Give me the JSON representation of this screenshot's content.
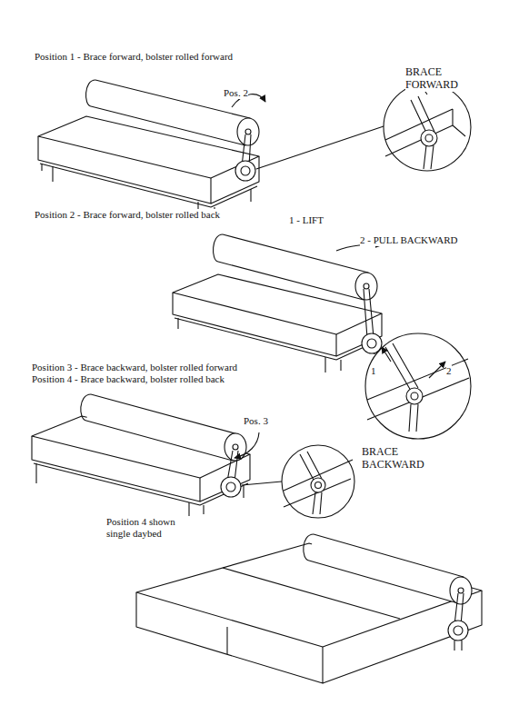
{
  "diagram": {
    "labels": [
      "Position 1 - Brace forward, bolster rolled forward",
      "Pos. 2",
      "BRACE FORWARD",
      "Position 2 - Brace forward, bolster rolled back",
      "1 - LIFT",
      "2 - PULL BACKWARD",
      "1",
      "2",
      "Position 3 - Brace backward, bolster rolled forward",
      "Position 4 - Brace backward, bolster rolled back",
      "Pos. 3",
      "BRACE BACKWARD",
      "Position 4 shown single daybed"
    ]
  }
}
